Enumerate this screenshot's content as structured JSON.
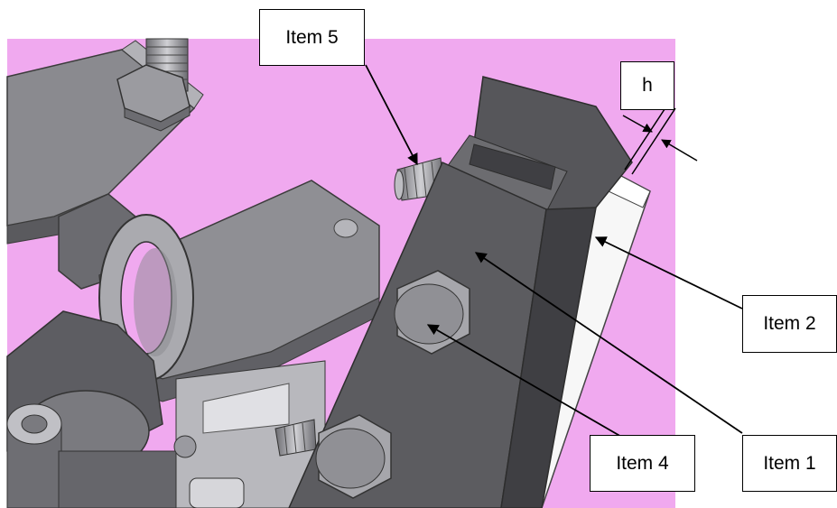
{
  "colors": {
    "background": "#f0a9ef",
    "dark_metal": "#5f5f63",
    "mid_metal": "#8d8d92",
    "light_metal": "#c7c7cb",
    "spacer": "#f4f4f4",
    "outline": "#000000"
  },
  "callouts": {
    "item5": "Item 5",
    "item2": "Item 2",
    "item1": "Item 1",
    "item4": "Item 4",
    "h": "h"
  }
}
